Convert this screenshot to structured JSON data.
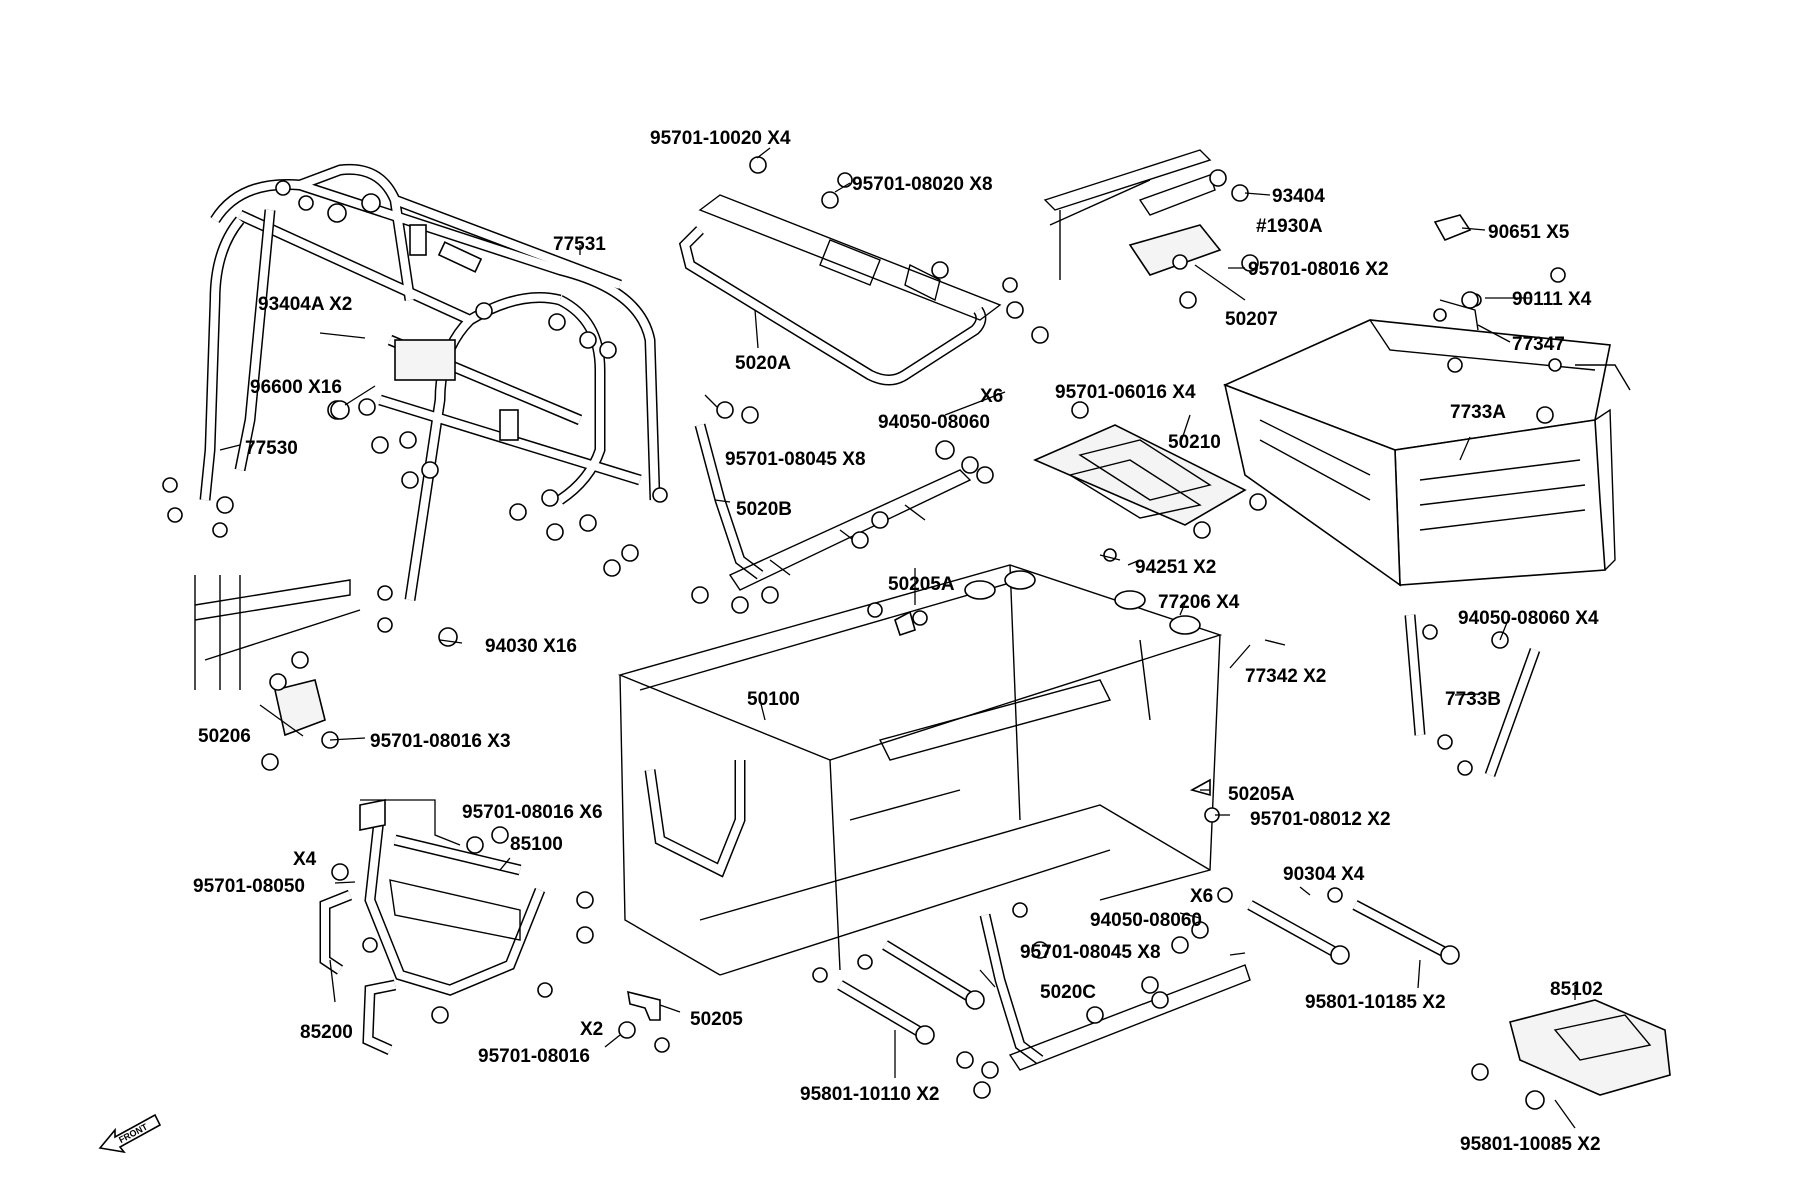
{
  "labels": {
    "p95701_10020_x4": "95701-10020 X4",
    "p95701_08020_x8": "95701-08020 X8",
    "p93404": "93404",
    "p1930a": "#1930A",
    "p90651_x5": "90651 X5",
    "p95701_08016_x2_top": "95701-08016 X2",
    "p50207": "50207",
    "p90111_x4": "90111 X4",
    "p77347": "77347",
    "p7733a": "7733A",
    "p77531": "77531",
    "p93404a_x2": "93404A X2",
    "p96600_x16": "96600 X16",
    "p77530": "77530",
    "p5020a": "5020A",
    "p95701_06016_x4": "95701-06016 X4",
    "p50210": "50210",
    "p_x6_top": "X6",
    "p94050_08060_top": "94050-08060",
    "p95701_08045_x8_top": "95701-08045 X8",
    "p5020b": "5020B",
    "p94251_x2": "94251 X2",
    "p77206_x4": "77206 X4",
    "p50205a_top": "50205A",
    "p94050_08060_x4": "94050-08060 X4",
    "p94030_x16": "94030 X16",
    "p77342_x2": "77342 X2",
    "p7733b": "7733B",
    "p50100": "50100",
    "p50206": "50206",
    "p95701_08016_x3": "95701-08016 X3",
    "p50205a_bottom": "50205A",
    "p95701_08012_x2": "95701-08012 X2",
    "p95701_08016_x6": "95701-08016 X6",
    "p85100": "85100",
    "p_x4_left": "X4",
    "p95701_08050": "95701-08050",
    "p90304_x4": "90304 X4",
    "p_x6_bottom": "X6",
    "p94050_08060_bottom": "94050-08060",
    "p95701_08045_x8_bottom": "95701-08045 X8",
    "p5020c": "5020C",
    "p95801_10185_x2": "95801-10185 X2",
    "p85200": "85200",
    "p50205": "50205",
    "p_x2_bottom": "X2",
    "p95701_08016_bottom": "95701-08016",
    "p95801_10110_x2": "95801-10110 X2",
    "p85102": "85102",
    "p95801_10085_x2": "95801-10085 X2",
    "front": "FRONT"
  }
}
